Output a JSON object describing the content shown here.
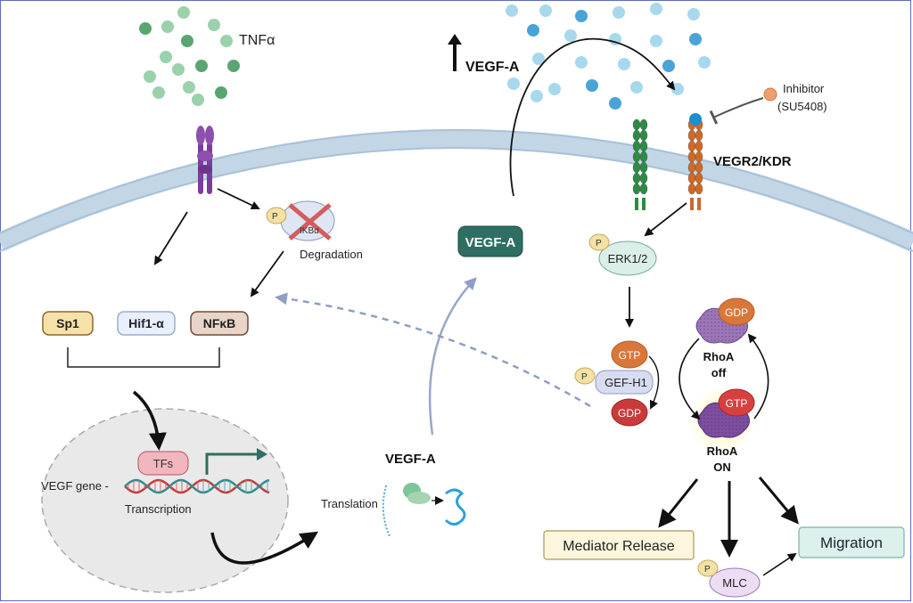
{
  "labels": {
    "tnf": "TNFα",
    "vegf_up": "VEGF-A",
    "inhibitor": "Inhibitor",
    "inhibitor_name": "(SU5408)",
    "receptor": "VEGR2/KDR",
    "p": "P",
    "ikb": "IKBα",
    "degradation": "Degradation",
    "vegf_box": "VEGF-A",
    "erk": "ERK1/2",
    "sp1": "Sp1",
    "hif": "Hif1-α",
    "nfkb": "NFκB",
    "gtp": "GTP",
    "gdp": "GDP",
    "gef": "GEF-H1",
    "rhoa_off_1": "RhoA",
    "rhoa_off_2": "off",
    "rhoa_on_1": "RhoA",
    "rhoa_on_2": "ON",
    "tfs": "TFs",
    "vegf_gene": "VEGF gene -",
    "transcription": "Transcription",
    "vegf_protein": "VEGF-A",
    "translation": "Translation",
    "mediator": "Mediator Release",
    "migration": "Migration",
    "mlc": "MLC"
  },
  "colors": {
    "membrane": "#c3d6e6",
    "tnf_dots": "#7fbf92",
    "vegf_dots": "#8ccbe6",
    "vegf_box": "#2f6e63",
    "receptor_green": "#2e8b45",
    "receptor_orange": "#cc6a2a",
    "purple": "#7a3f9a",
    "gtp": "#d9773a",
    "gdp_red": "#c93b3b",
    "dashed": "#8f9ec4"
  },
  "icons": [
    "tnf-receptor-icon",
    "vegfr2-receptor-icon",
    "rhoa-protein-icon",
    "ribosome-icon",
    "dna-helix-icon",
    "inhibitor-bead-icon"
  ]
}
